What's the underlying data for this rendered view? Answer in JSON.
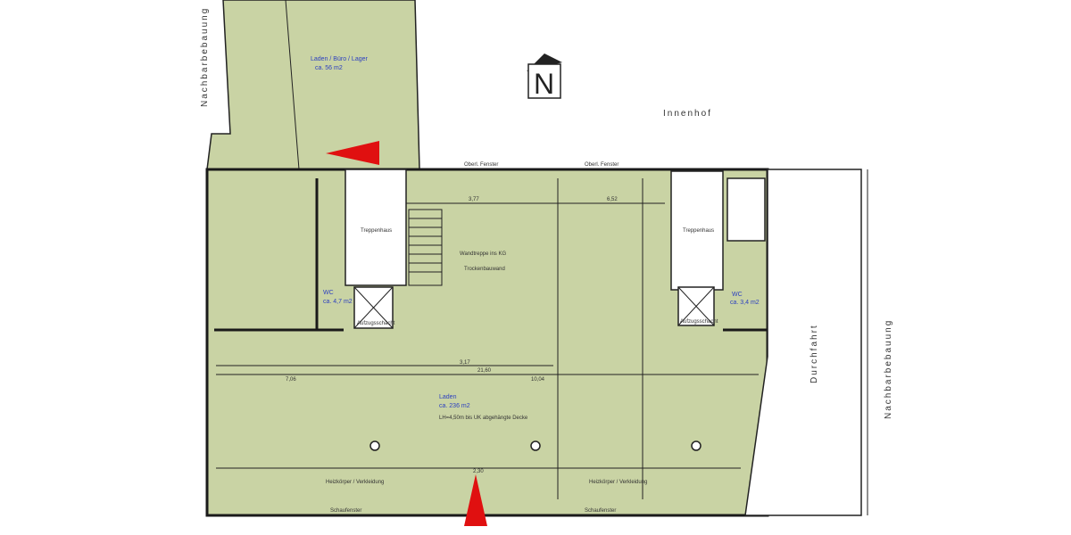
{
  "labels": {
    "neighbor_left": "Nachbarbebauung",
    "neighbor_right": "Nachbarbebauung",
    "courtyard": "Innenhof",
    "passage": "Durchfahrt",
    "annex_room": "Laden / Büro / Lager",
    "annex_area": "ca. 56 m2",
    "shop_room": "Laden",
    "shop_area": "ca. 236 m2",
    "shop_height": "LH=4,50m bis UK abgehängte Decke",
    "wc_left": "WC",
    "wc_left_area": "ca. 4,7 m2",
    "wc_right": "WC",
    "wc_right_area": "ca. 3,4 m2",
    "stair_left": "Treppenhaus",
    "stair_right": "Treppenhaus",
    "elevator_left": "Aufzugsschacht",
    "elevator_right": "Aufzugsschacht",
    "window_top_1": "Oberl. Fenster",
    "window_top_2": "Oberl. Fenster",
    "shopwindow_left": "Schaufenster",
    "shopwindow_right": "Schaufenster",
    "heater_left": "Heizkörper / Verkleidung",
    "heater_right": "Heizkörper / Verkleidung",
    "basement_stair": "Wandtreppe ins KG",
    "drywall": "Trockenbauwand",
    "dim_total": "21,60",
    "dim_door": "2,30",
    "dim_a": "7,06",
    "dim_b": "10,04",
    "dim_c": "3,17",
    "dim_d": "6,52",
    "dim_e": "3,77"
  },
  "colors": {
    "floor": "#c9d3a4",
    "marker": "#e01010",
    "text_blue": "#2b3fc0"
  },
  "icons": {
    "north_arrow": "north-arrow-icon",
    "entrance_markers": "entrance-triangle-icon"
  }
}
